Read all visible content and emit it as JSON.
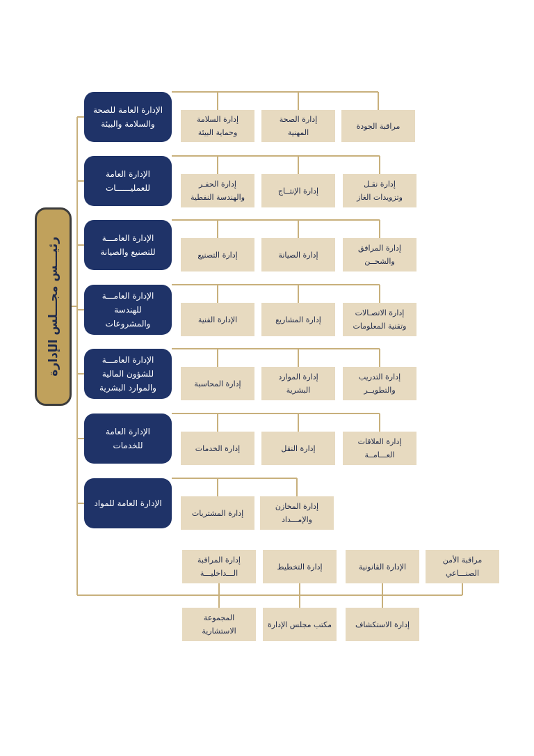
{
  "root": {
    "label": "رئيـــس مجـــلس الإدارة"
  },
  "general_managements": [
    {
      "label": "الإدارة العامة للصحة\nوالسلامة والبيئة",
      "departments": [
        "مراقبة الجودة",
        "إدارة الصحة\nالمهنية",
        "إدارة السلامة\nوحماية البيئة"
      ]
    },
    {
      "label": "الإدارة العامة\nللعمليــــــات",
      "departments": [
        "إدارة نقـل\nوتزويدات الغاز",
        "إدارة الإنتــاج",
        "إدارة الحفـر\nوالهندسة النفطية"
      ]
    },
    {
      "label": "الإدارة العامـــة\nللتصنيع والصيانة",
      "departments": [
        "إدارة المرافق\nوالشحــن",
        "إدارة الصيانة",
        "إدارة التصنيع"
      ]
    },
    {
      "label": "الإدارة العامـــة\nللهندسة والمشروعات",
      "departments": [
        "إدارة الاتصـالات\nوتقنية المعلومات",
        "إدارة المشاريع",
        "الإدارة الفنية"
      ]
    },
    {
      "label": "الإدارة العامـــة\nللشؤون المالية\nوالموارد البشرية",
      "departments": [
        "إدارة التدريب\nوالتطويــر",
        "إدارة الموارد\nالبشرية",
        "إدارة المحاسبة"
      ]
    },
    {
      "label": "الإدارة العامة للخدمات",
      "departments": [
        "إدارة العلاقات\nالعـــامــة",
        "إدارة النقل",
        "إدارة الخدمات"
      ]
    },
    {
      "label": "الإدارة العامة للمواد",
      "departments": [
        "إدارة المخازن\nوالإمـــداد",
        "إدارة المشتريات"
      ]
    }
  ],
  "direct_units_top": [
    "مراقبة الأمن\nالصنـــاعي",
    "الإدارة القانونية",
    "إدارة التخطيط",
    "إدارة المراقبة\nالـــداخليـــة"
  ],
  "direct_units_bottom": [
    "إدارة الاستكشاف",
    "مكتب مجلس الإدارة",
    "المجموعة\nالاستشارية"
  ],
  "colors": {
    "navy": "#1f3368",
    "beige": "#e7dac0",
    "gold": "#c0a15c",
    "line": "#c8b07c"
  }
}
